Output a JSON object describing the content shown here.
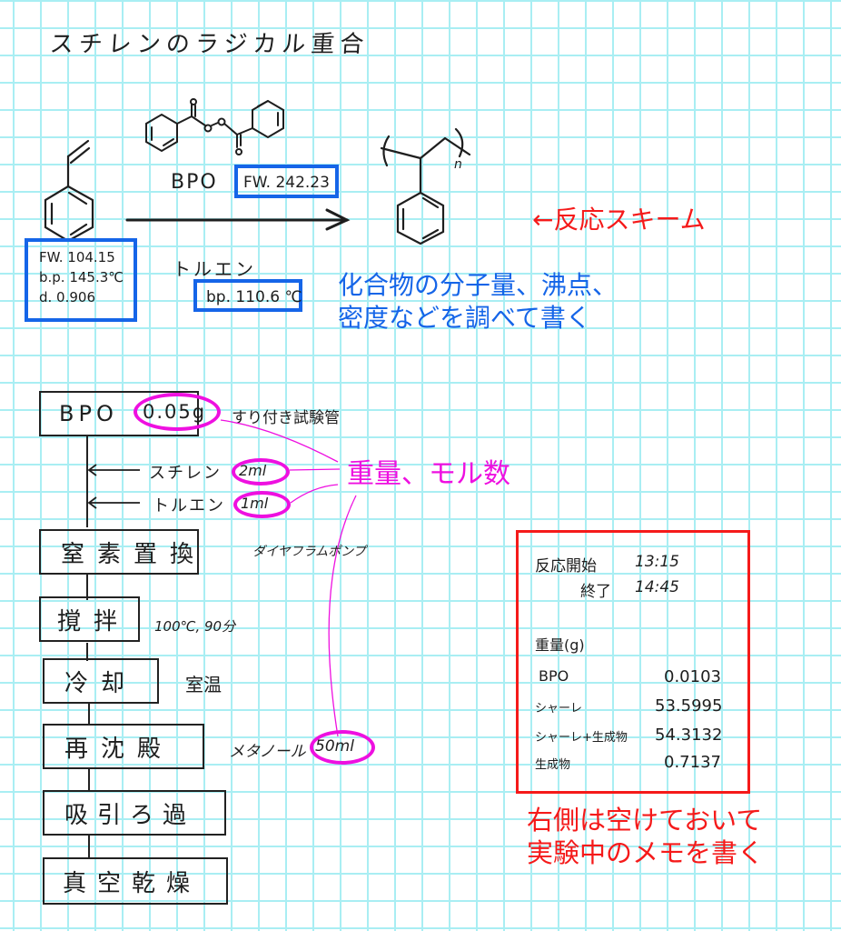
{
  "title": "スチレンのラジカル重合",
  "scheme": {
    "reagent_label": "BPO",
    "reagent_fw": "FW. 242.23",
    "styrene_props": [
      "FW. 104.15",
      "b.p. 145.3℃",
      "d. 0.906"
    ],
    "solvent_label": "トルエン",
    "solvent_bp": "bp. 110.6 ℃",
    "polymer_subscript": "n",
    "scheme_annotation": "←反応スキーム",
    "props_annotation": [
      "化合物の分子量、沸点、",
      "密度などを調べて書く"
    ]
  },
  "procedure": {
    "steps": [
      {
        "label": "BPO",
        "amount": "0.05g",
        "note": "すり付き試験管"
      },
      {
        "label": "窒素置換",
        "note": "ダイヤフラムポンプ"
      },
      {
        "label": "撹拌",
        "note": "100℃, 90分"
      },
      {
        "label": "冷却",
        "note": "室温"
      },
      {
        "label": "再沈殿",
        "note": "メタノール",
        "amount": "50ml"
      },
      {
        "label": "吸引ろ過"
      },
      {
        "label": "真空乾燥"
      }
    ],
    "additions": [
      {
        "label": "スチレン",
        "amount": "2ml"
      },
      {
        "label": "トルエン",
        "amount": "1ml"
      }
    ],
    "amount_annotation": "重量、モル数"
  },
  "memo": {
    "start_label": "反応開始",
    "start_time": "13:15",
    "end_label": "終了",
    "end_time": "14:45",
    "weights_header": "重量(g)",
    "weights": [
      {
        "label": "BPO",
        "value": "0.0103"
      },
      {
        "label": "シャーレ",
        "value": "53.5995"
      },
      {
        "label": "シャーレ+生成物",
        "value": "54.3132"
      },
      {
        "label": "生成物",
        "value": "0.7137"
      }
    ],
    "annotation": [
      "右側は空けておいて",
      "実験中のメモを書く"
    ]
  },
  "colors": {
    "grid": "#a9eef3",
    "blue": "#1565e8",
    "red": "#f51a1a",
    "magenta": "#ee10e0",
    "ink": "#1e1e1e"
  }
}
